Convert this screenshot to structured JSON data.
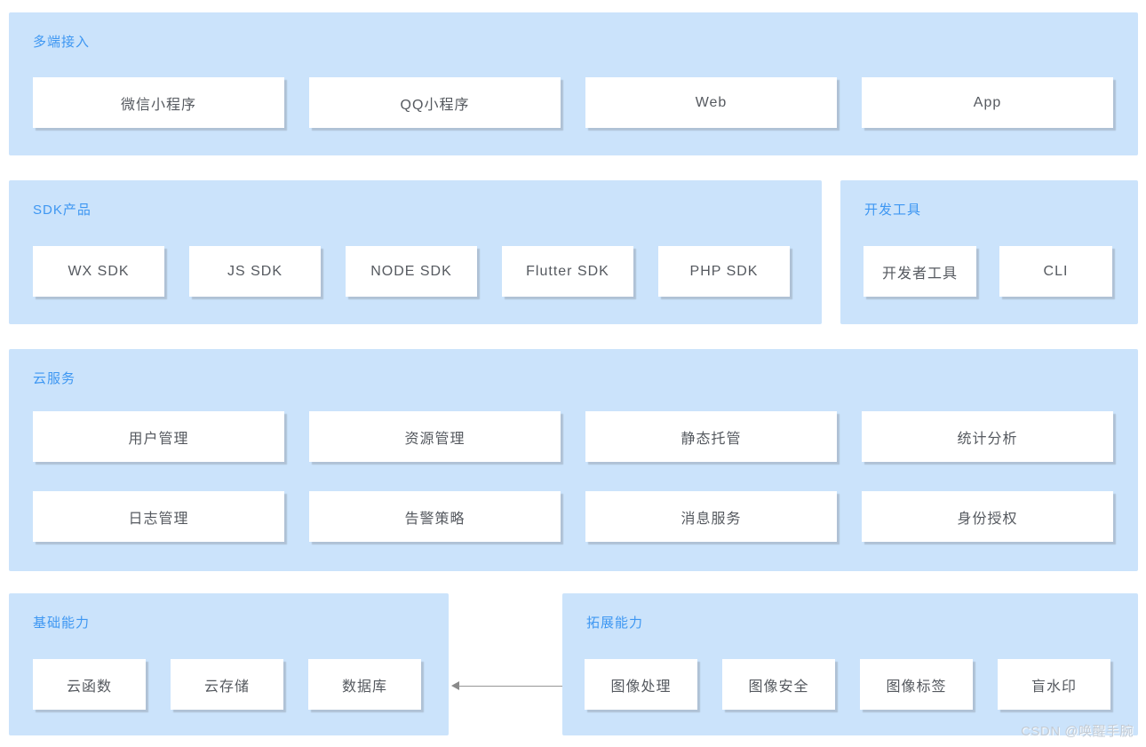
{
  "page": {
    "watermark": "CSDN @唤醒手腕"
  },
  "colors": {
    "panel_bg": "#cbe3fb",
    "panel_title_text": "#3e97f2",
    "node_bg": "#ffffff",
    "node_text": "#55595f",
    "arrow": "#8a8a8a",
    "page_bg": "#ffffff"
  },
  "sections": [
    {
      "id": "multi-access",
      "title": "多端接入",
      "items": [
        "微信小程序",
        "QQ小程序",
        "Web",
        "App"
      ]
    },
    {
      "id": "sdk-products",
      "title": "SDK产品",
      "items": [
        "WX SDK",
        "JS SDK",
        "NODE SDK",
        "Flutter SDK",
        "PHP SDK"
      ]
    },
    {
      "id": "dev-tools",
      "title": "开发工具",
      "items": [
        "开发者工具",
        "CLI"
      ]
    },
    {
      "id": "cloud-services",
      "title": "云服务",
      "rows": [
        [
          "用户管理",
          "资源管理",
          "静态托管",
          "统计分析"
        ],
        [
          "日志管理",
          "告警策略",
          "消息服务",
          "身份授权"
        ]
      ]
    },
    {
      "id": "base-capabilities",
      "title": "基础能力",
      "items": [
        "云函数",
        "云存储",
        "数据库"
      ]
    },
    {
      "id": "extended-capabilities",
      "title": "拓展能力",
      "items": [
        "图像处理",
        "图像安全",
        "图像标签",
        "盲水印"
      ]
    }
  ],
  "connections": [
    {
      "from": "extended-capabilities",
      "to": "base-capabilities",
      "direction": "left"
    }
  ]
}
